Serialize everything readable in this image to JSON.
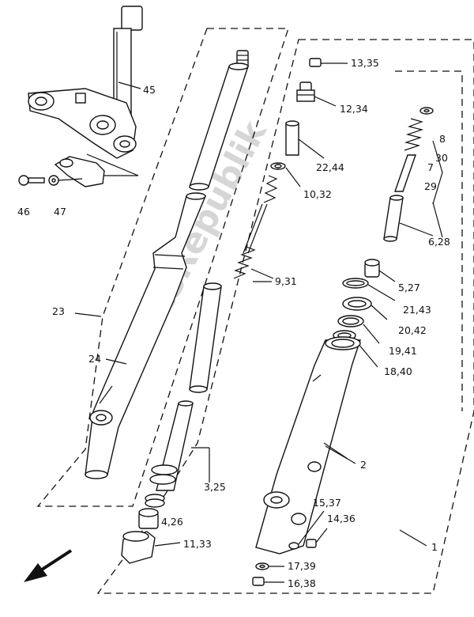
{
  "watermark": "PartsRepublik",
  "labels": [
    {
      "id": "13-35",
      "text": "13,35"
    },
    {
      "id": "12-34",
      "text": "12,34"
    },
    {
      "id": "45",
      "text": "45"
    },
    {
      "id": "8",
      "text": "8"
    },
    {
      "id": "30",
      "text": "30"
    },
    {
      "id": "7",
      "text": "7"
    },
    {
      "id": "29",
      "text": "29"
    },
    {
      "id": "22-44",
      "text": "22,44"
    },
    {
      "id": "10-32",
      "text": "10,32"
    },
    {
      "id": "46",
      "text": "46"
    },
    {
      "id": "47",
      "text": "47"
    },
    {
      "id": "6-28",
      "text": "6,28"
    },
    {
      "id": "9-31",
      "text": "9,31"
    },
    {
      "id": "5-27",
      "text": "5,27"
    },
    {
      "id": "23",
      "text": "23"
    },
    {
      "id": "21-43",
      "text": "21,43"
    },
    {
      "id": "20-42",
      "text": "20,42"
    },
    {
      "id": "19-41",
      "text": "19,41"
    },
    {
      "id": "24",
      "text": "24"
    },
    {
      "id": "18-40",
      "text": "18,40"
    },
    {
      "id": "2",
      "text": "2"
    },
    {
      "id": "3-25",
      "text": "3,25"
    },
    {
      "id": "15-37",
      "text": "15,37"
    },
    {
      "id": "4-26",
      "text": "4,26"
    },
    {
      "id": "14-36",
      "text": "14,36"
    },
    {
      "id": "11-33",
      "text": "11,33"
    },
    {
      "id": "1",
      "text": "1"
    },
    {
      "id": "17-39",
      "text": "17,39"
    },
    {
      "id": "16-38",
      "text": "16,38"
    }
  ]
}
